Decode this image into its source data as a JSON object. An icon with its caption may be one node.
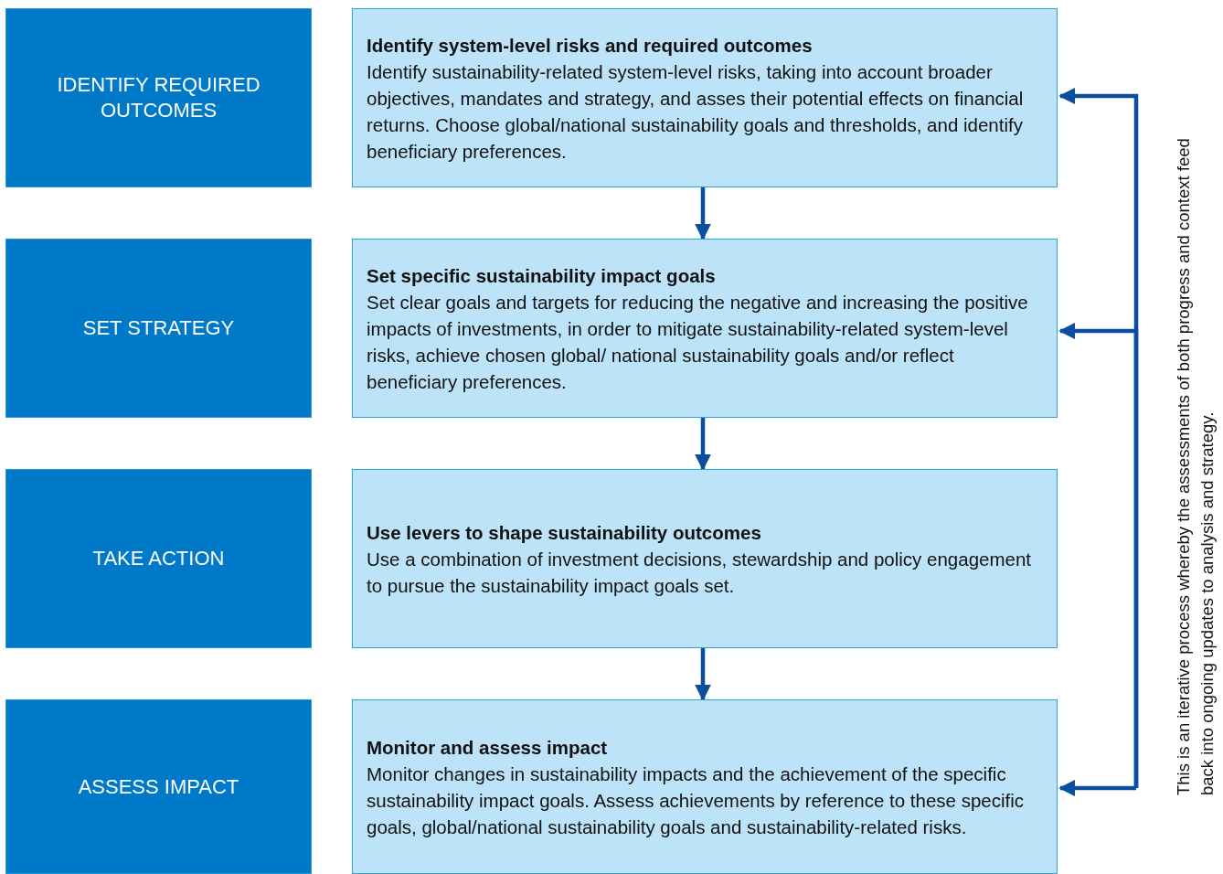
{
  "diagram": {
    "nodes": [
      {
        "text": [
          "IDENTIFY REQUIRED OUTCOMES"
        ]
      },
      {
        "text": [
          "SET STRATEGY"
        ]
      },
      {
        "text": [
          "TAKE ACTION"
        ]
      },
      {
        "text": [
          "ASSESS IMPACT"
        ]
      },
      {
        "text": [
          "Identify system-level risks and required outcomes",
          "Identify sustainability-related system-level risks, taking into account broader objectives, mandates and strategy, and asses their potential effects on financial returns. Choose global/national sustainability goals and thresholds, and identify beneficiary preferences."
        ]
      },
      {
        "text": [
          "Set specific sustainability impact goals",
          "Set clear goals and targets for reducing the negative and increasing the positive impacts of investments, in order to mitigate sustainability-related system-level risks, achieve chosen global/ national sustainability goals and/or reflect beneficiary preferences."
        ]
      },
      {
        "text": [
          "Use levers to shape sustainability outcomes",
          "Use a combination of investment decisions, stewardship and policy engagement to pursue the sustainability impact goals set."
        ]
      },
      {
        "text": [
          "Monitor and assess impact",
          "Monitor changes in sustainability impacts and the achievement of the specific sustainability impact goals. Assess achievements by reference to these specific goals, global/national sustainability goals and sustainability-related risks."
        ]
      }
    ],
    "edges": [
      {
        "from": 4,
        "to": 5,
        "arrow": "to"
      },
      {
        "from": 5,
        "to": 6,
        "arrow": "to"
      },
      {
        "from": 6,
        "to": 7,
        "arrow": "to"
      },
      {
        "from": null,
        "to": 4,
        "arrow": "to"
      },
      {
        "from": null,
        "to": 5,
        "arrow": "to"
      },
      {
        "from": null,
        "to": 7,
        "arrow": "to"
      }
    ],
    "labels": [
      "This is an iterative process whereby the assessments of both progress and context feed back into ongoing updates to analysis and strategy."
    ]
  }
}
